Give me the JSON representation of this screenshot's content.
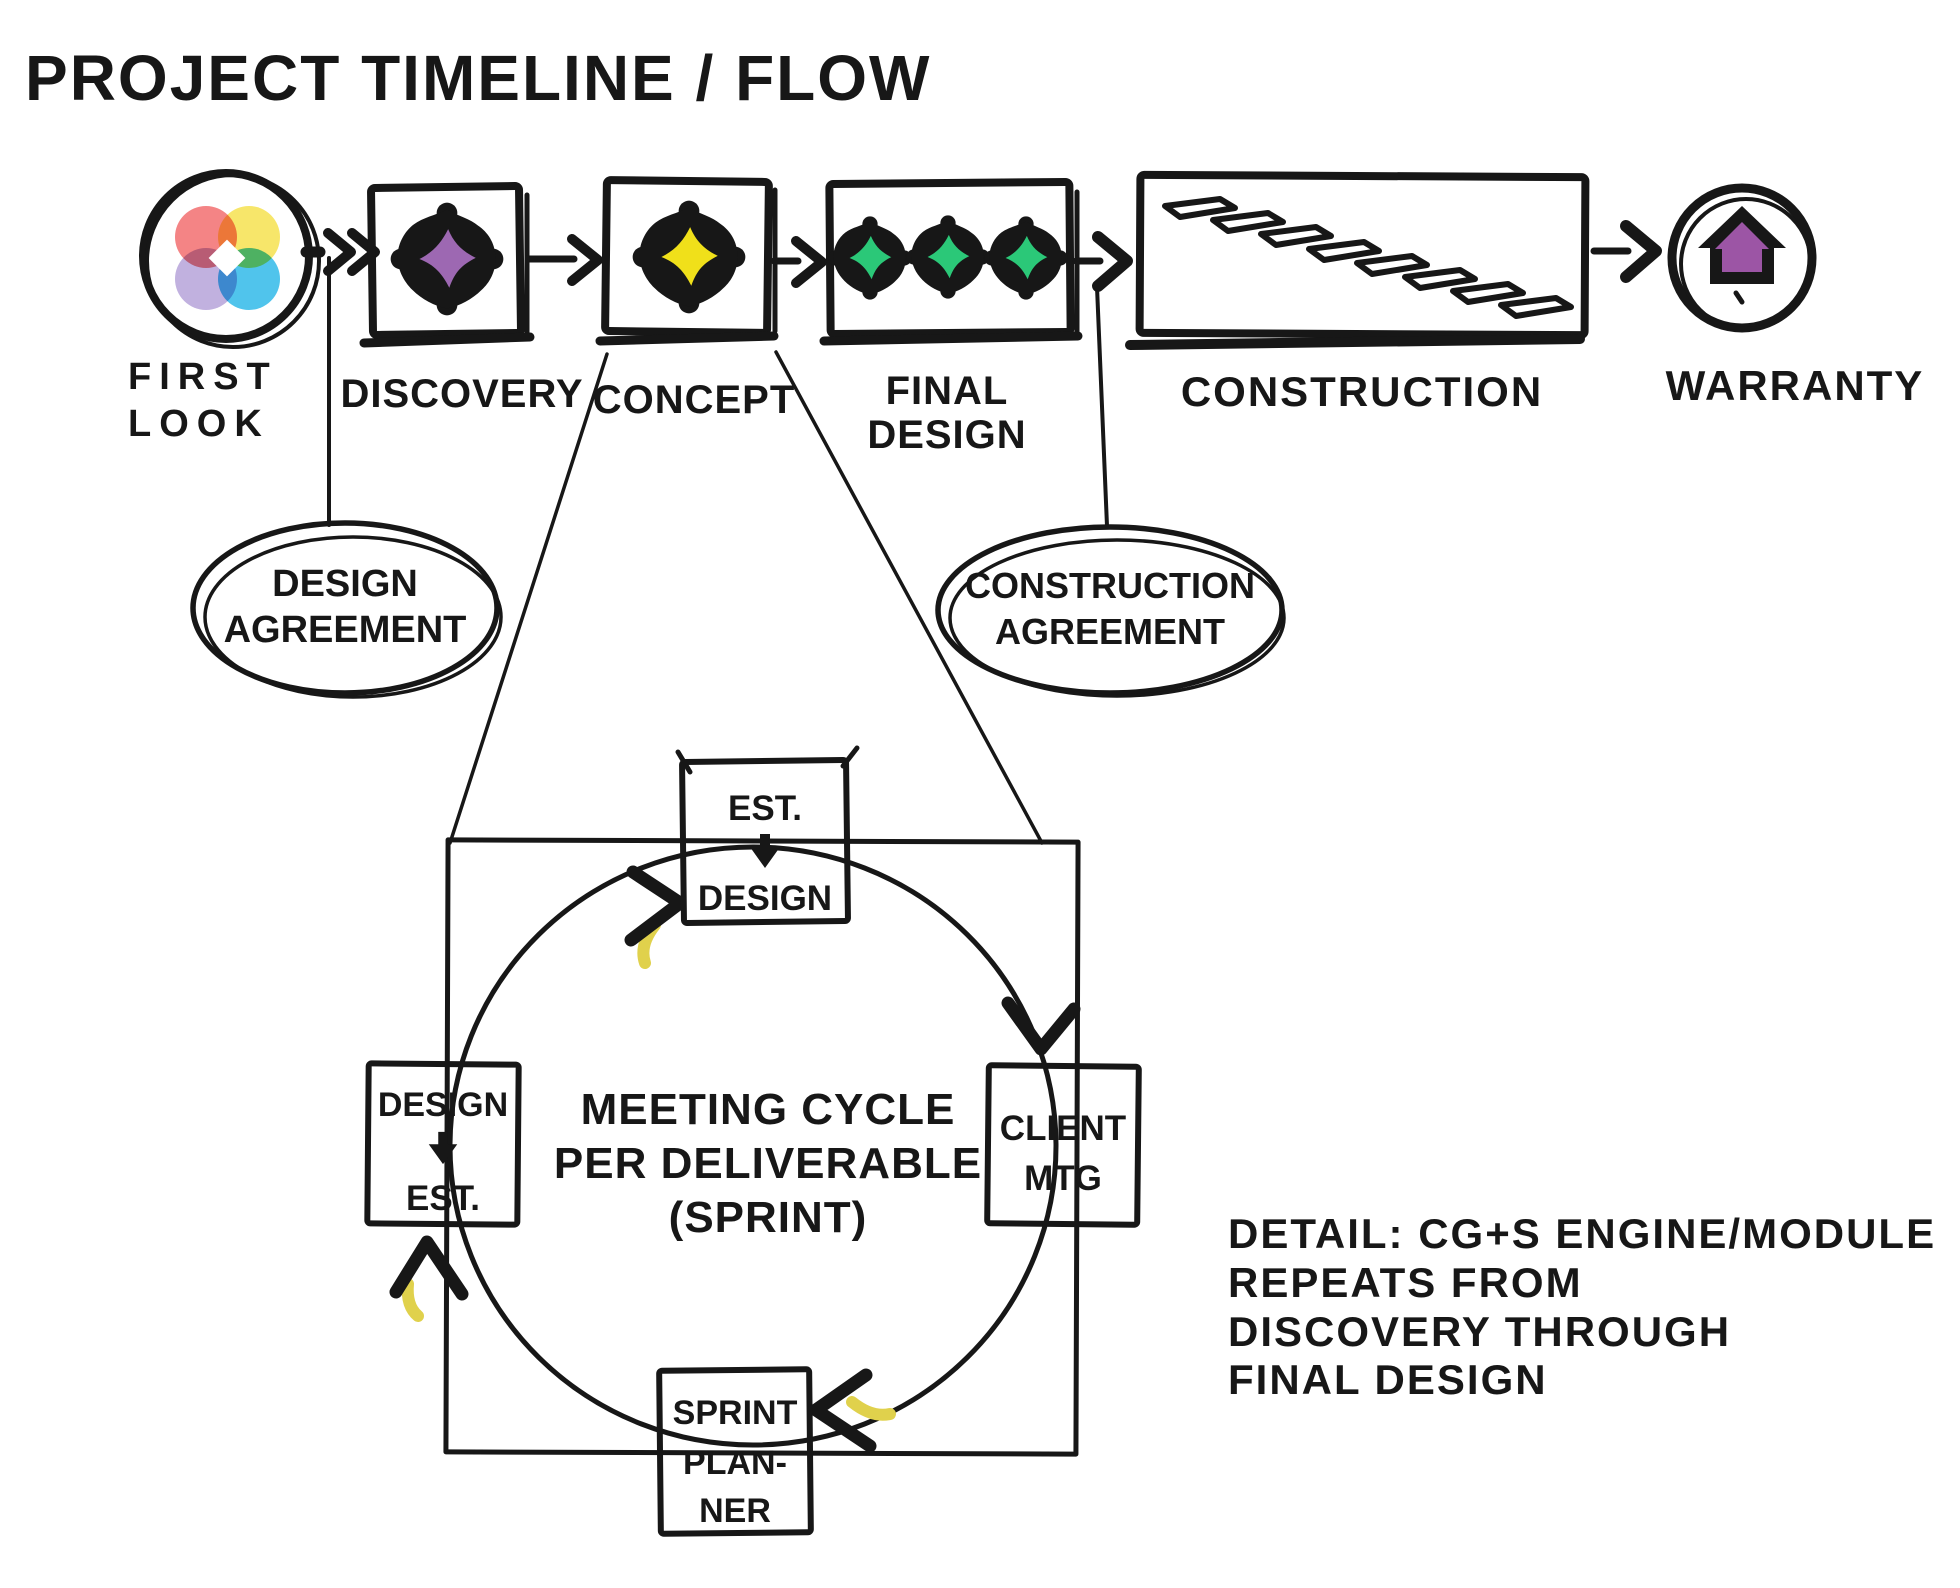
{
  "title": "PROJECT TIMELINE / FLOW",
  "flow": {
    "stages": [
      {
        "id": "first-look",
        "label_line1": "FIRST",
        "label_line2": "LOOK",
        "fill": "#ffffff"
      },
      {
        "id": "discovery",
        "label_line1": "DISCOVERY",
        "fill": "#c8abd4",
        "icon_fill": "#9d68b2"
      },
      {
        "id": "concept",
        "label_line1": "CONCEPT",
        "fill": "#f6f099",
        "icon_fill": "#f0e01a"
      },
      {
        "id": "final-design",
        "label_line1": "FINAL",
        "label_line2": "DESIGN",
        "fill": "#a5e6b0",
        "icon_fill": "#2bc878"
      },
      {
        "id": "construction",
        "label_line1": "CONSTRUCTION",
        "fill": "#c8edf8"
      },
      {
        "id": "warranty",
        "label_line1": "WARRANTY",
        "fill": "#c9a8d2",
        "icon_fill": "#9c55a5"
      }
    ]
  },
  "venn": {
    "red": "#f2696a",
    "yellow": "#f5e049",
    "purple": "#b3a0d8",
    "cyan": "#29b7e8"
  },
  "callouts": {
    "design_agreement": {
      "line1": "DESIGN",
      "line2": "AGREEMENT",
      "fill": "#c5ebf7"
    },
    "construction_agreement": {
      "line1": "CONSTRUCTION",
      "line2": "AGREEMENT",
      "fill": "#c5ebf7"
    }
  },
  "cycle": {
    "square_fill": "#f7f2a8",
    "circle_fill": "#f1e569",
    "center": {
      "line1": "MEETING CYCLE",
      "line2": "PER DELIVERABLE",
      "line3": "(SPRINT)"
    },
    "nodes": {
      "est_design": {
        "line1": "EST.",
        "line2": "DESIGN"
      },
      "client_mtg": {
        "line1": "CLIENT",
        "line2": "MTG"
      },
      "sprint_planner": {
        "line1": "SPRINT",
        "line2": "PLAN-",
        "line3": "NER"
      },
      "design_est": {
        "line1": "DESIGN",
        "line2": "EST."
      }
    }
  },
  "note": {
    "line1": "DETAIL: CG+S ENGINE/MODULE",
    "line2": "REPEATS FROM",
    "line3": "DISCOVERY THROUGH",
    "line4": "FINAL DESIGN"
  }
}
